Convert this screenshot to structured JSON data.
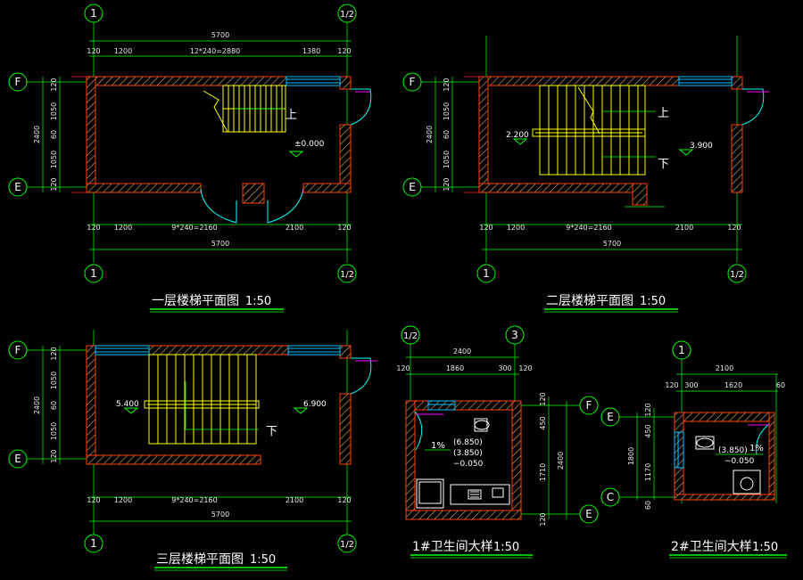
{
  "colors": {
    "background": "#000000",
    "dimension": "#00ff00",
    "wall": "#ff4000",
    "wall_hatch": "#ffd080",
    "stair": "#ffff00",
    "window": "#00c0ff",
    "axis_line": "#ff3030",
    "text": "#ffffff",
    "door": "#00ffff"
  },
  "plans": [
    {
      "id": "plan1",
      "title": "一层楼梯平面图",
      "scale": "1:50",
      "axes_top": [
        "1",
        "1/2"
      ],
      "axes_bottom": [
        "1",
        "1/2"
      ],
      "axes_left": [
        "F",
        "E"
      ],
      "top_total": "5700",
      "top_segments": [
        "120",
        "1200",
        "12*240=2880",
        "1380",
        "120"
      ],
      "bottom_segments": [
        "120",
        "1200",
        "9*240=2160",
        "2100",
        "120"
      ],
      "bottom_total": "5700",
      "left_total": "2400",
      "left_segments": [
        "120",
        "1050",
        "60",
        "1050",
        "120"
      ],
      "up_label": "上",
      "elevation": "±0.000"
    },
    {
      "id": "plan2",
      "title": "二层楼梯平面图",
      "scale": "1:50",
      "axes_left": [
        "F",
        "E"
      ],
      "axes_bottom": [
        "1",
        "1/2"
      ],
      "bottom_segments": [
        "120",
        "1200",
        "9*240=2160",
        "2100",
        "120"
      ],
      "bottom_total": "5700",
      "left_total": "2400",
      "left_segments": [
        "120",
        "1050",
        "60",
        "1050",
        "120"
      ],
      "up_label": "上",
      "down_label": "下",
      "landing_elevation": "2.200",
      "floor_elevation": "3.900"
    },
    {
      "id": "plan3",
      "title": "三层楼梯平面图",
      "scale": "1:50",
      "axes_left": [
        "F",
        "E"
      ],
      "axes_bottom": [
        "1",
        "1/2"
      ],
      "bottom_segments": [
        "120",
        "1200",
        "9*240=2160",
        "2100",
        "120"
      ],
      "bottom_total": "5700",
      "left_total": "2400",
      "left_segments": [
        "120",
        "1050",
        "60",
        "1050",
        "120"
      ],
      "down_label": "下",
      "landing_elevation": "5.400",
      "floor_elevation": "6.900"
    }
  ],
  "toilet1": {
    "title": "1#卫生间大样",
    "scale": "1:50",
    "axes_top": [
      "1/2",
      "3"
    ],
    "axes_right": [
      "F",
      "E"
    ],
    "top_total": "2400",
    "top_segments": [
      "120",
      "1860",
      "300",
      "120"
    ],
    "right_total": "2400",
    "right_segments": [
      "120",
      "450",
      "1710",
      "120"
    ],
    "slope": "1%",
    "elev_a": "(6.850)",
    "elev_b": "(3.850)",
    "elev_c": "−0.050"
  },
  "toilet2": {
    "title": "2#卫生间大样",
    "scale": "1:50",
    "axes_top": [
      "1"
    ],
    "axes_left": [
      "E",
      "C"
    ],
    "top_total": "2100",
    "top_segments": [
      "120",
      "300",
      "1620",
      "60"
    ],
    "left_total": "1800",
    "left_segments": [
      "120",
      "450",
      "1170",
      "60"
    ],
    "slope": "1%",
    "elev_a": "(3.850)",
    "elev_b": "−0.050"
  }
}
